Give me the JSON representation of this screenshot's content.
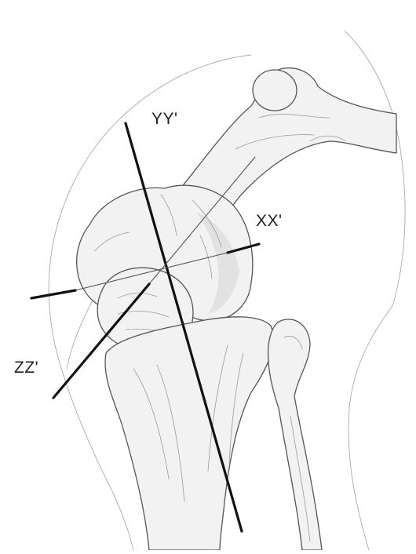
{
  "figure": {
    "axes": [
      {
        "id": "yy",
        "label": "YY'"
      },
      {
        "id": "xx",
        "label": "XX'"
      },
      {
        "id": "zz",
        "label": "ZZ'"
      }
    ]
  }
}
